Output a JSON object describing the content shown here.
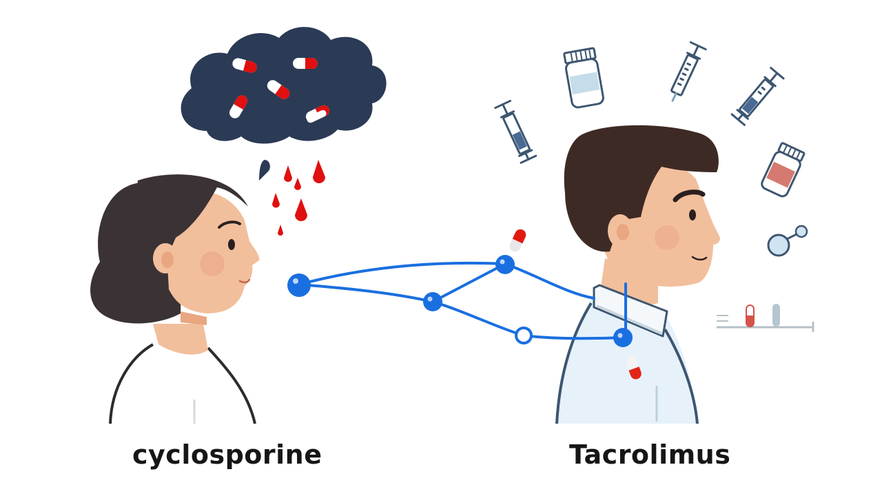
{
  "labels": {
    "left": "cyclosporine",
    "right": "Tacrolimus"
  },
  "figures": {
    "left": {
      "description": "woman in profile facing right",
      "hair_color": "#3b3235",
      "skin_color": "#f2bf9c",
      "shirt_color": "#ffffff"
    },
    "right": {
      "description": "man in profile facing right wearing collared shirt",
      "hair_color": "#3e2a25",
      "skin_color": "#f2bf9c",
      "shirt_color": "#e6f1fa"
    }
  },
  "cloud": {
    "color": "#2b3a55",
    "pill_count": 5,
    "drop_color": "#e01010"
  },
  "network": {
    "line_color": "#1a6fe0",
    "node_count": 6
  },
  "icons": [
    "syringe-icon",
    "pill-bottle-icon",
    "syringe-icon",
    "syringe-icon",
    "pill-bottle-icon",
    "molecule-icon",
    "level-gauge-icon"
  ],
  "colors": {
    "accent_blue": "#1a6fe0",
    "pill_red": "#e01010",
    "outline": "#3d5670",
    "background": "#ffffff"
  }
}
